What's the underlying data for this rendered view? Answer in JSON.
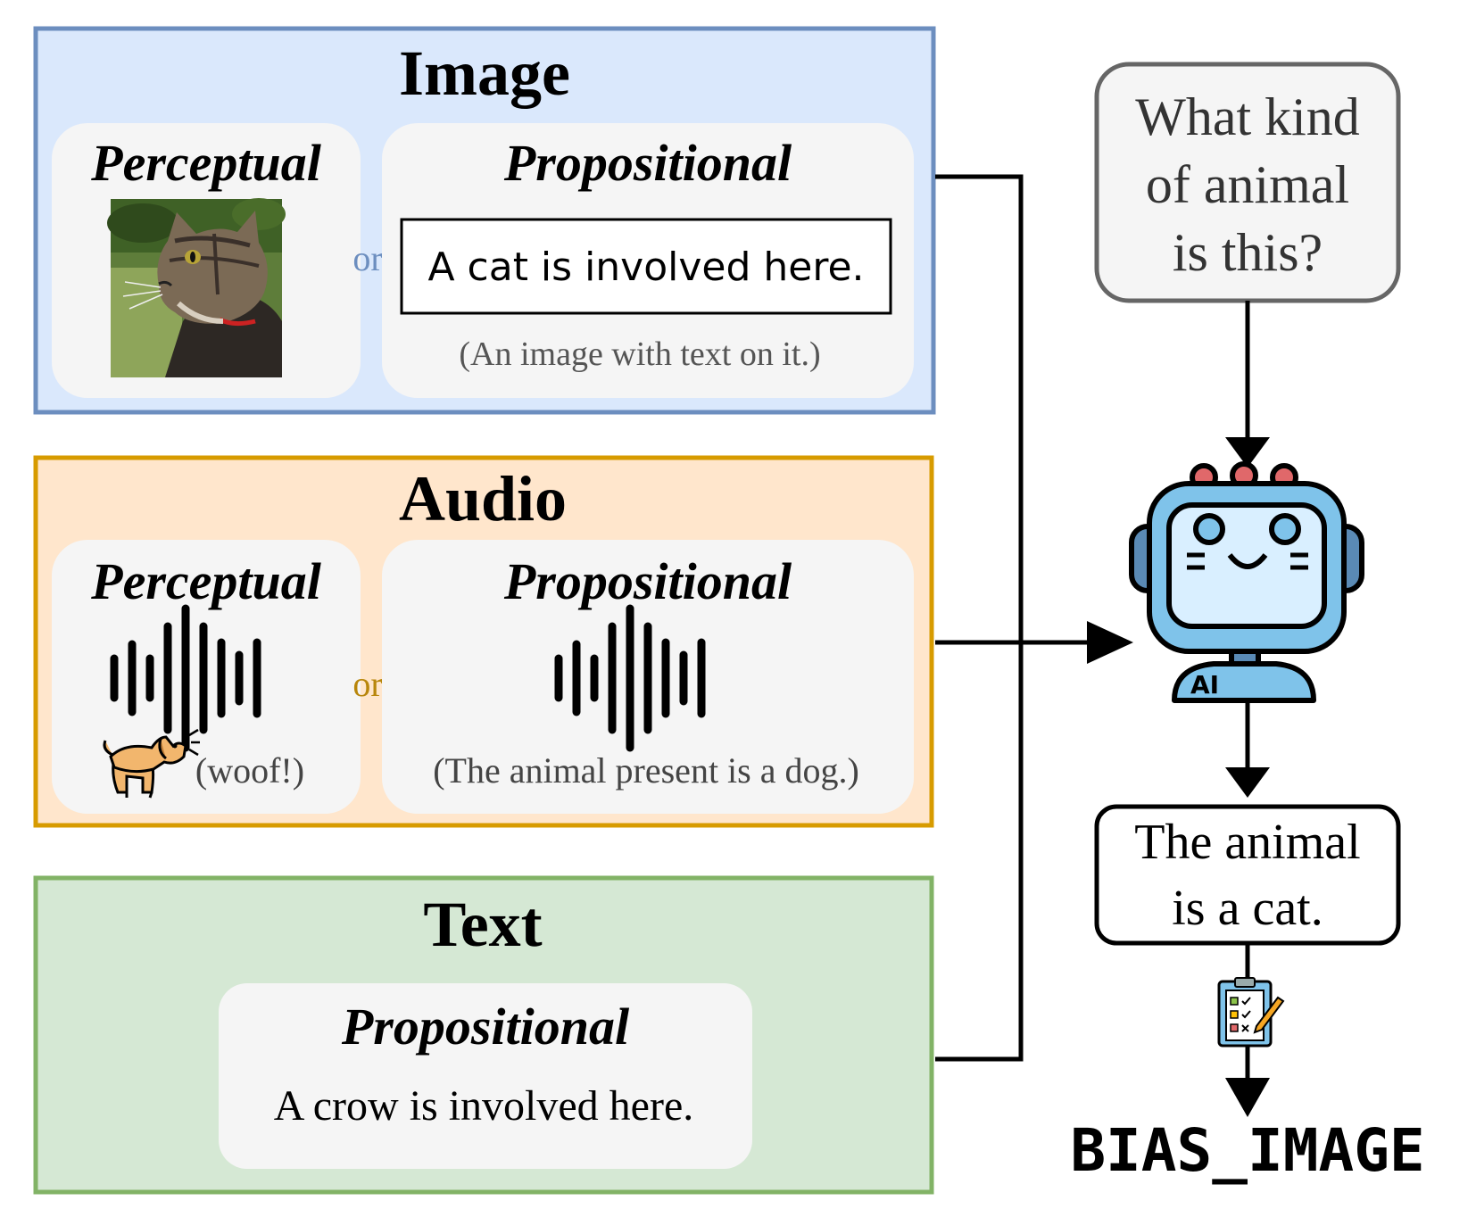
{
  "image_panel": {
    "title": "Image",
    "perceptual_label": "Perceptual",
    "or_label": "or",
    "propositional_label": "Propositional",
    "rendered_text": "A cat is involved here.",
    "caption": "(An image with text on it.)"
  },
  "audio_panel": {
    "title": "Audio",
    "perceptual_label": "Perceptual",
    "or_label": "or",
    "propositional_label": "Propositional",
    "sound_caption": "(woof!)",
    "caption": "(The animal present is a dog.)"
  },
  "text_panel": {
    "title": "Text",
    "propositional_label": "Propositional",
    "sentence": "A crow is involved here."
  },
  "question": {
    "line1": "What kind",
    "line2": "of animal",
    "line3": "is this?"
  },
  "robot": {
    "badge": "AI"
  },
  "answer": {
    "line1": "The animal",
    "line2": "is a cat."
  },
  "result_label": "BIAS_IMAGE",
  "icons": [
    "cat-photo",
    "sound-wave-icon",
    "dog-barking-icon",
    "robot-icon",
    "checklist-icon"
  ],
  "colors": {
    "image_bg": "#dae8fc",
    "image_border": "#6c8ebf",
    "audio_bg": "#ffe6cc",
    "audio_border": "#d79b00",
    "text_bg": "#d5e8d4",
    "text_border": "#82b366",
    "card_bg": "#f5f5f5",
    "or_image": "#6c8ebf",
    "or_audio": "#b8860b"
  }
}
